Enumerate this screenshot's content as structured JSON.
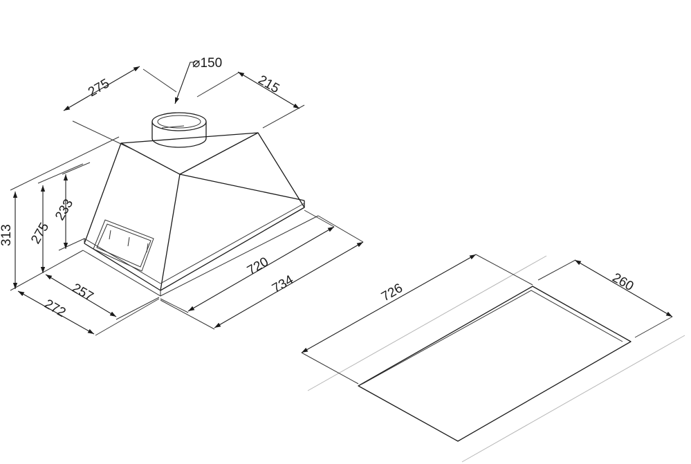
{
  "hood": {
    "duct_diameter": "⌀150",
    "top_width": "275",
    "top_depth": "215",
    "total_height": "313",
    "body_height": "275",
    "upper_height": "233",
    "inner_depth": "257",
    "outer_depth": "272",
    "inner_width": "720",
    "outer_width": "734"
  },
  "cutout": {
    "width": "726",
    "depth": "260"
  }
}
